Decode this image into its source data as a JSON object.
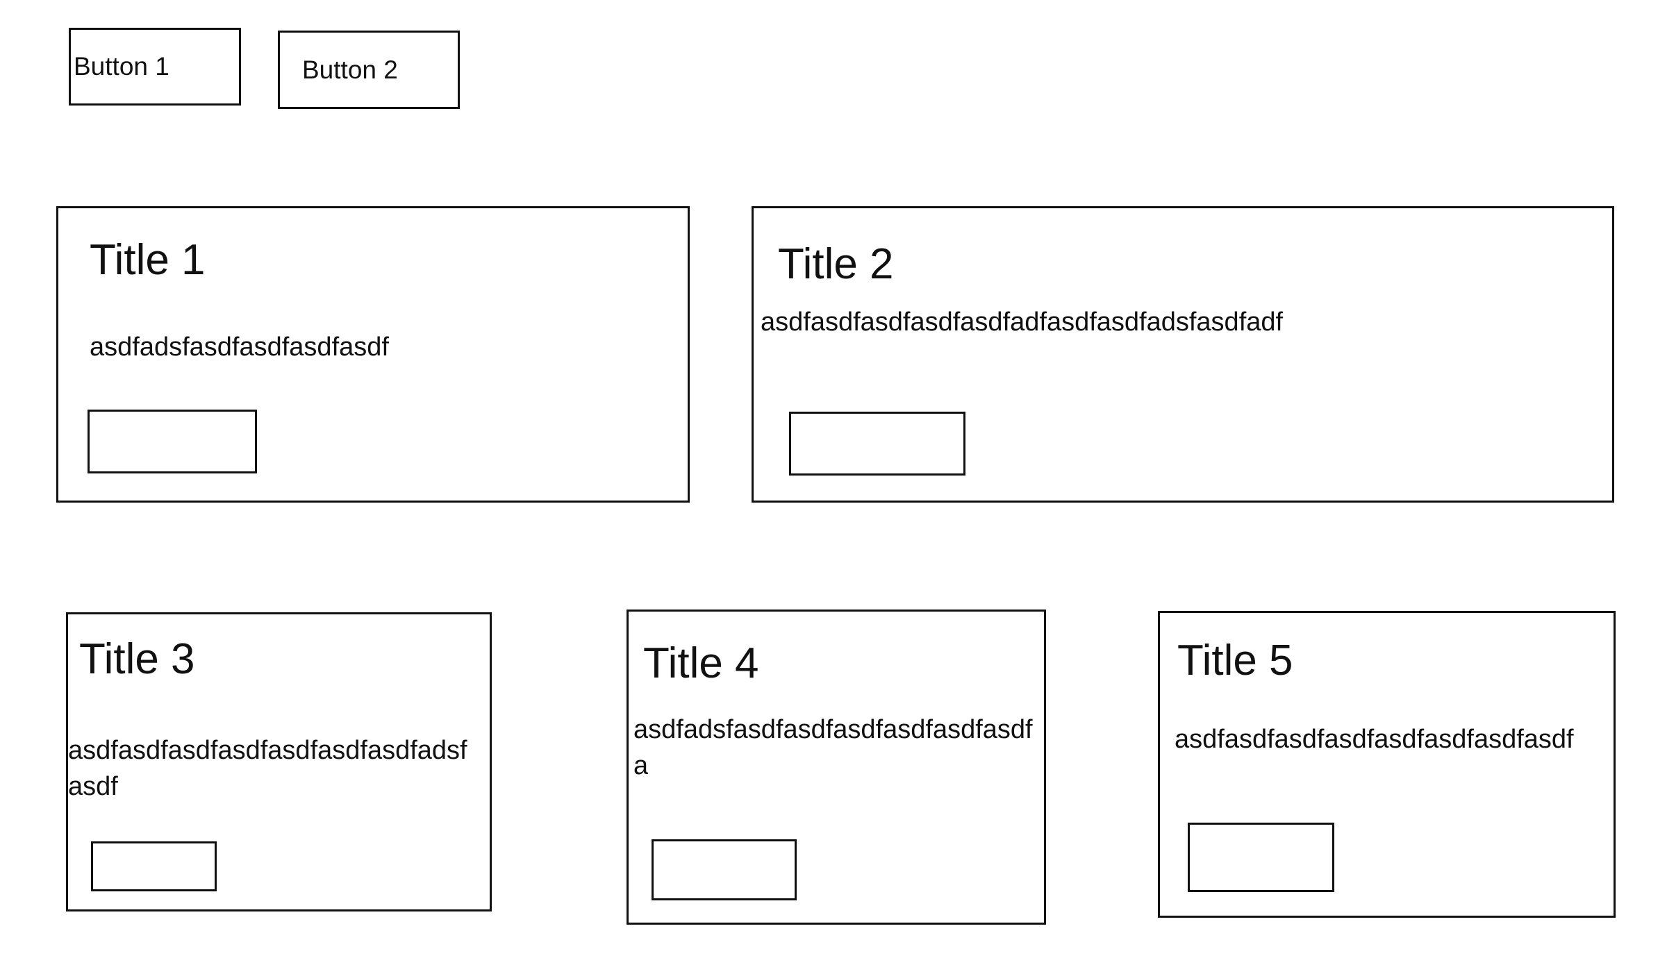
{
  "toolbar": {
    "button1": "Button 1",
    "button2": "Button 2"
  },
  "cards": [
    {
      "title": "Title 1",
      "body": "asdfadsfasdfasdfasdfasdf",
      "action_label": ""
    },
    {
      "title": "Title 2",
      "body": "asdfasdfasdfasdfasdfadfasdfasdfadsfasdfadf",
      "action_label": ""
    },
    {
      "title": "Title 3",
      "body": "asdfasdfasdfasdfasdfasdfasdfadsfasdf",
      "action_label": ""
    },
    {
      "title": "Title 4",
      "body": "asdfadsfasdfasdfasdfasdfasdfasdfa",
      "action_label": ""
    },
    {
      "title": "Title 5",
      "body": "asdfasdfasdfasdfasdfasdfasdfasdf",
      "action_label": ""
    }
  ]
}
